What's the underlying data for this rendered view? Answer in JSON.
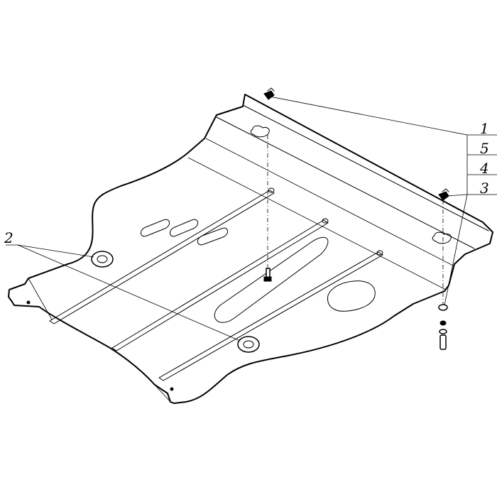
{
  "callouts": {
    "c1": "1",
    "c5": "5",
    "c4": "4",
    "c3": "3",
    "c2": "2"
  },
  "colors": {
    "line": "#000000",
    "background": "#ffffff"
  }
}
